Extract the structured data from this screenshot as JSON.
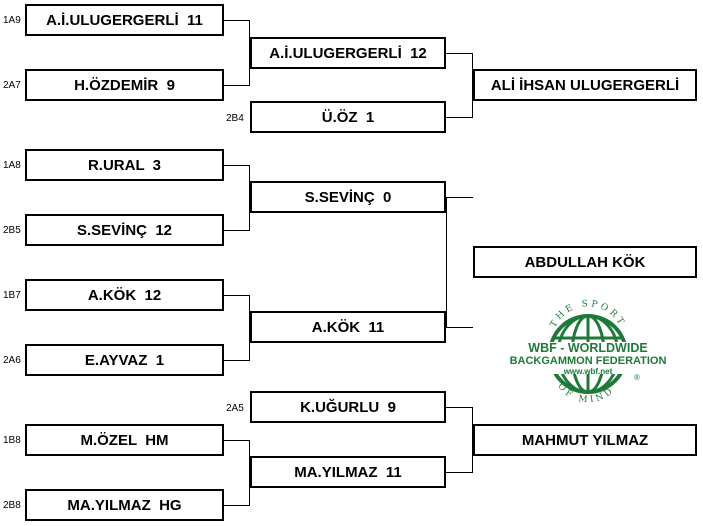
{
  "round1": [
    {
      "seed": "1A9",
      "name": "A.İ.ULUGERGERLİ  11"
    },
    {
      "seed": "2A7",
      "name": "H.ÖZDEMİR  9"
    },
    {
      "seed": "1A8",
      "name": "R.URAL  3"
    },
    {
      "seed": "2B5",
      "name": "S.SEVİNÇ  12"
    },
    {
      "seed": "1B7",
      "name": "A.KÖK  12"
    },
    {
      "seed": "2A6",
      "name": "E.AYVAZ  1"
    },
    {
      "seed": "1B8",
      "name": "M.ÖZEL  HM"
    },
    {
      "seed": "2B8",
      "name": "MA.YILMAZ  HG"
    }
  ],
  "round2": [
    {
      "seed": "",
      "name": "A.İ.ULUGERGERLİ  12"
    },
    {
      "seed": "2B4",
      "name": "Ü.ÖZ  1"
    },
    {
      "seed": "",
      "name": "S.SEVİNÇ  0"
    },
    {
      "seed": "",
      "name": "A.KÖK  11"
    },
    {
      "seed": "2A5",
      "name": "K.UĞURLU  9"
    },
    {
      "seed": "",
      "name": "MA.YILMAZ  11"
    }
  ],
  "round3": [
    {
      "name": "ALİ İHSAN ULUGERGERLİ"
    },
    {
      "name": "ABDULLAH KÖK"
    },
    {
      "name": "MAHMUT YILMAZ"
    }
  ],
  "logo": {
    "top_text": "THE SPORT",
    "line1": "WBF - WORLDWIDE",
    "line2": "BACKGAMMON FEDERATION",
    "url": "www.wbf.net",
    "bottom_text": "OF MIND",
    "mark": "®",
    "color": "#1f7a3a"
  }
}
